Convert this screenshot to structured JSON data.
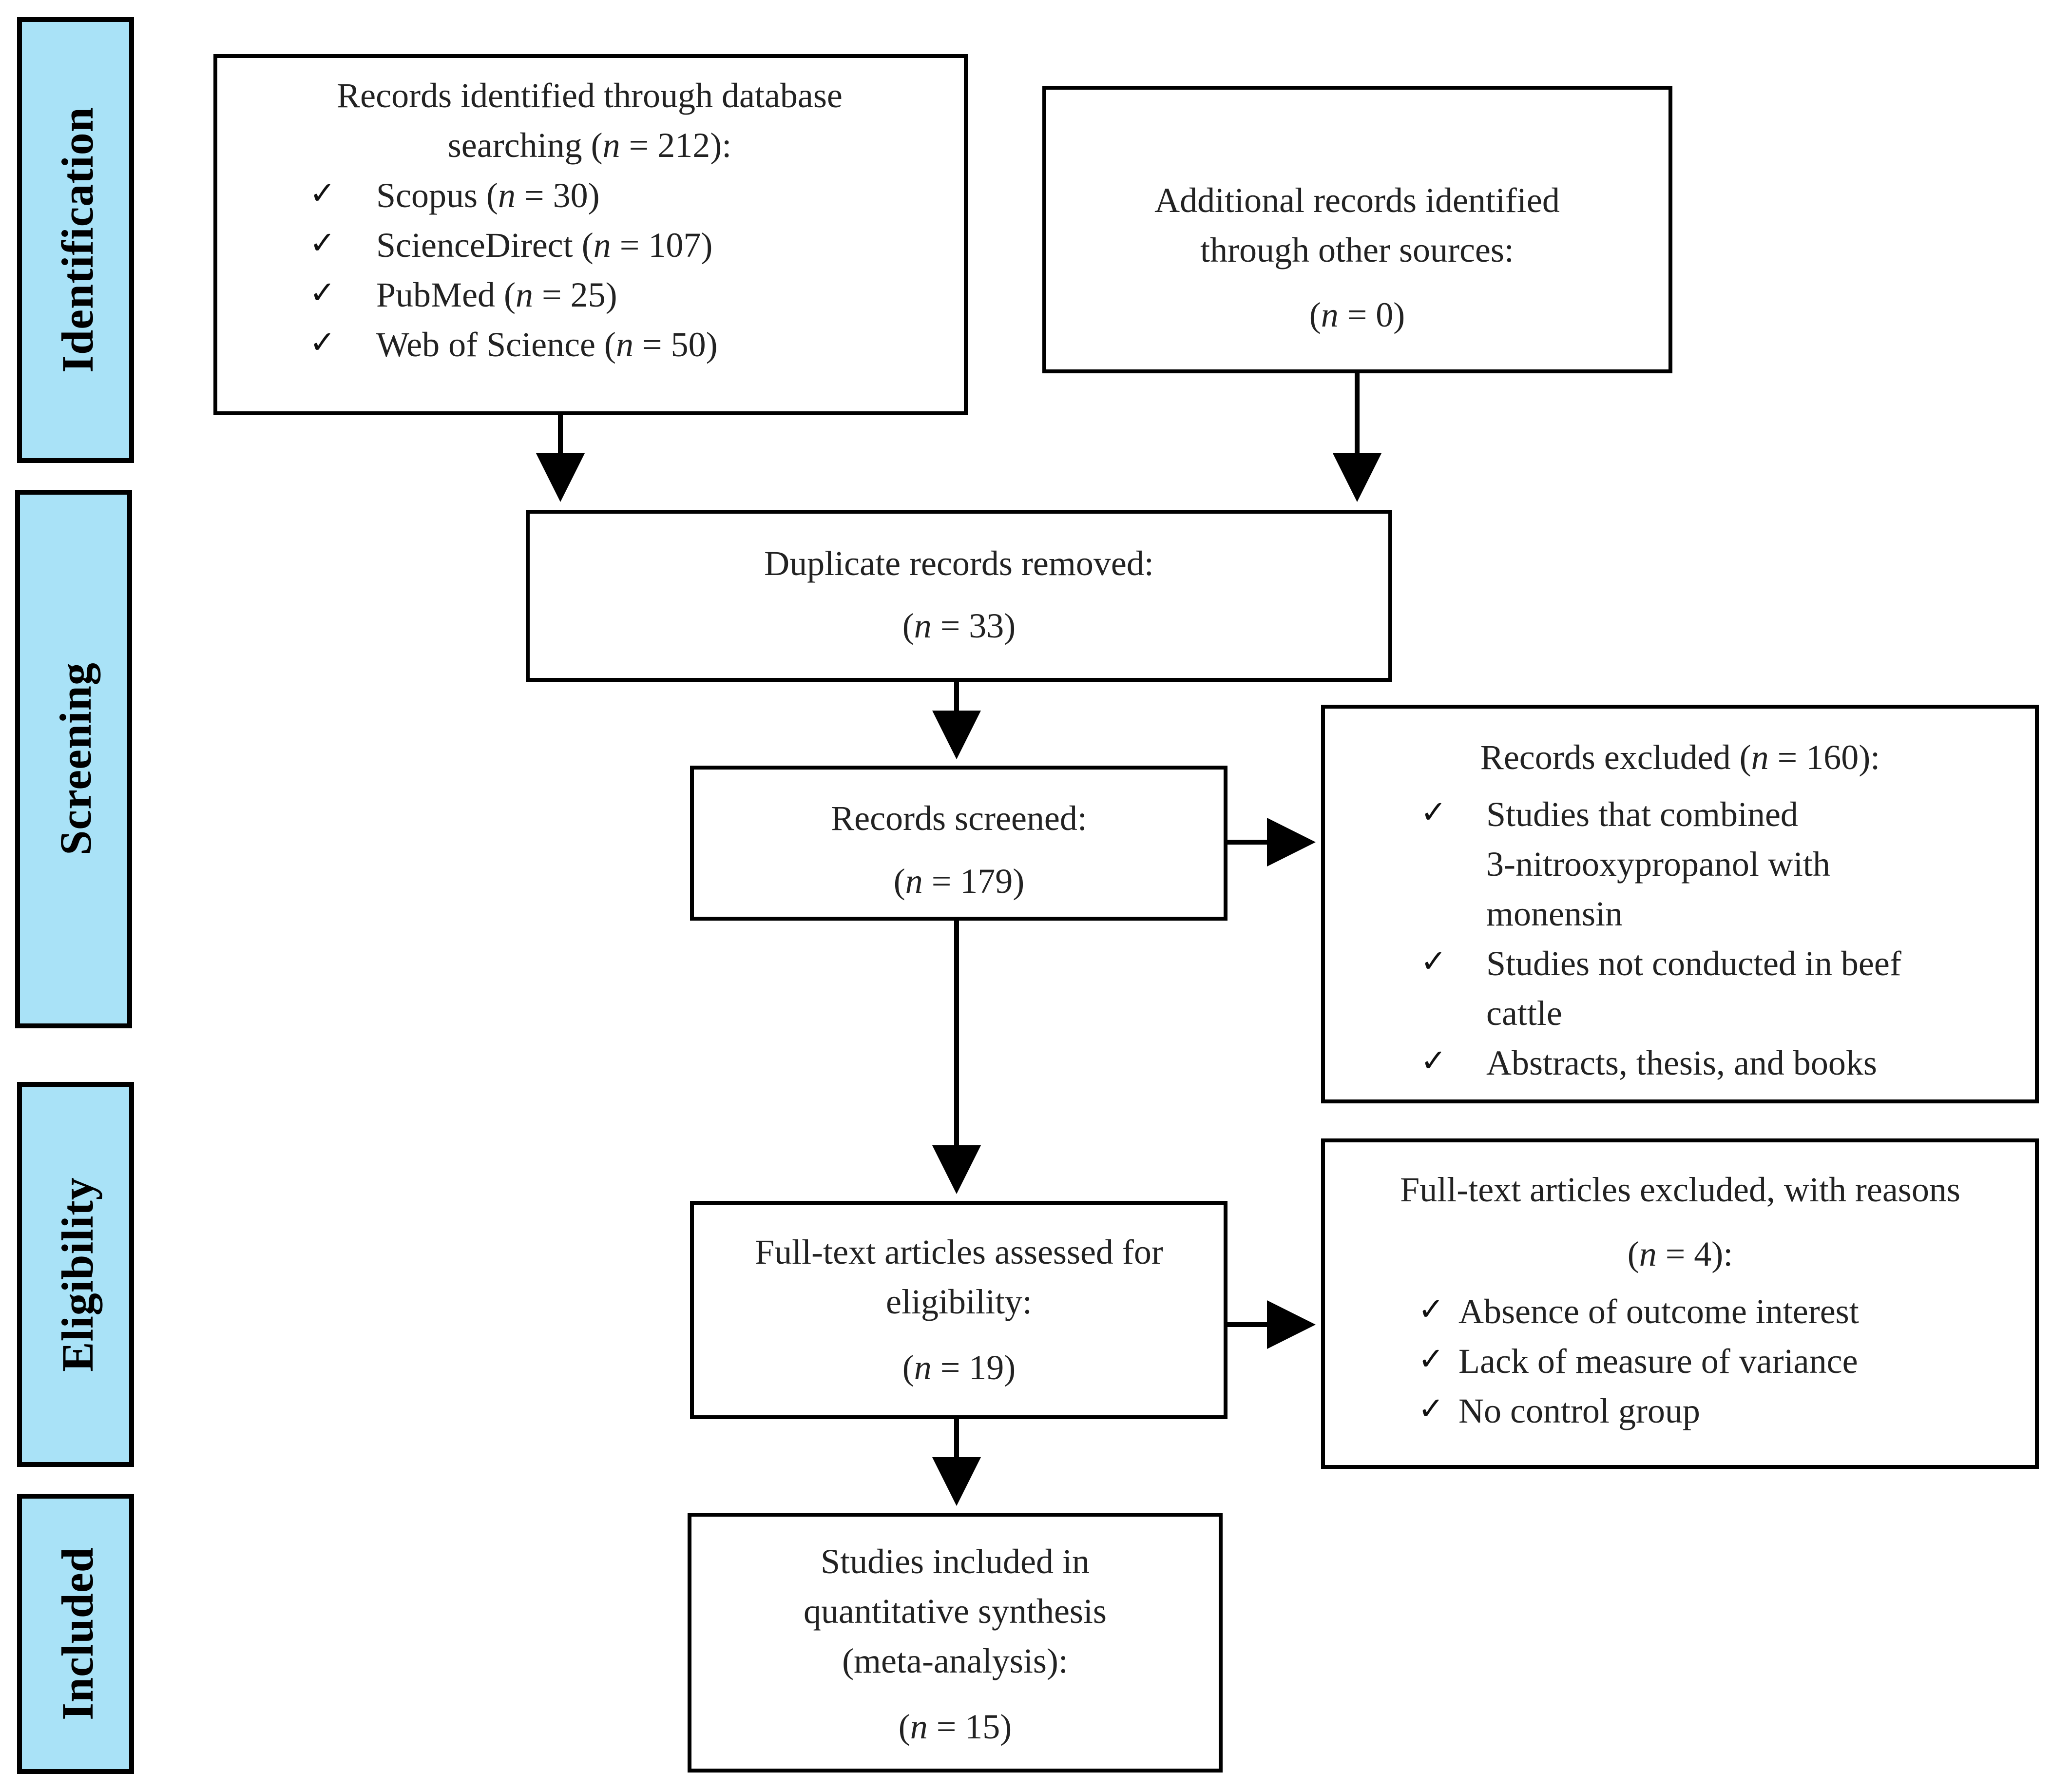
{
  "colors": {
    "stage_fill": "#a9e2f7",
    "stroke": "#000000",
    "text": "#222222"
  },
  "stages": [
    {
      "id": "identification",
      "label": "Identification"
    },
    {
      "id": "screening",
      "label": "Screening"
    },
    {
      "id": "eligibility",
      "label": "Eligibility"
    },
    {
      "id": "included",
      "label": "Included"
    }
  ],
  "boxes": {
    "database_search": {
      "title_line1": "Records identified through database",
      "title_line2_pre": "searching (",
      "n_label": "n",
      "title_line2_post": " = 212):",
      "items": [
        {
          "name": "Scopus (",
          "n_label": "n",
          "value": " = 30)"
        },
        {
          "name": "ScienceDirect (",
          "n_label": "n",
          "value": " = 107)"
        },
        {
          "name": "PubMed (",
          "n_label": "n",
          "value": " = 25)"
        },
        {
          "name": "Web of Science (",
          "n_label": "n",
          "value": " = 50)"
        }
      ],
      "check_icon": "check-icon"
    },
    "other_sources": {
      "line1": "Additional records identified",
      "line2": "through other sources:",
      "count_pre": "(",
      "n_label": "n",
      "count_post": " = 0)"
    },
    "duplicates": {
      "line1": "Duplicate records removed:",
      "count_pre": "(",
      "n_label": "n",
      "count_post": " = 33)"
    },
    "screened": {
      "line1": "Records screened:",
      "count_pre": "(",
      "n_label": "n",
      "count_post": " = 179)"
    },
    "excluded": {
      "title_pre": "Records excluded (",
      "n_label": "n",
      "title_post": " = 160):",
      "items": [
        {
          "lines": [
            "Studies that combined",
            "3-nitrooxypropanol with",
            "monensin"
          ]
        },
        {
          "lines": [
            "Studies not conducted in beef",
            "cattle"
          ]
        },
        {
          "lines": [
            "Abstracts, thesis, and books"
          ]
        }
      ]
    },
    "fulltext": {
      "line1": "Full-text articles assessed for",
      "line2": "eligibility:",
      "count_pre": "(",
      "n_label": "n",
      "count_post": " = 19)"
    },
    "fulltext_excluded": {
      "line1": "Full-text articles excluded, with reasons",
      "count_pre": "(",
      "n_label": "n",
      "count_post": " = 4):",
      "items": [
        "Absence of outcome interest",
        "Lack of measure of variance",
        "No control group"
      ]
    },
    "included": {
      "line1": "Studies included in",
      "line2": "quantitative synthesis",
      "line3": "(meta-analysis):",
      "count_pre": "(",
      "n_label": "n",
      "count_post": " = 15)"
    }
  }
}
